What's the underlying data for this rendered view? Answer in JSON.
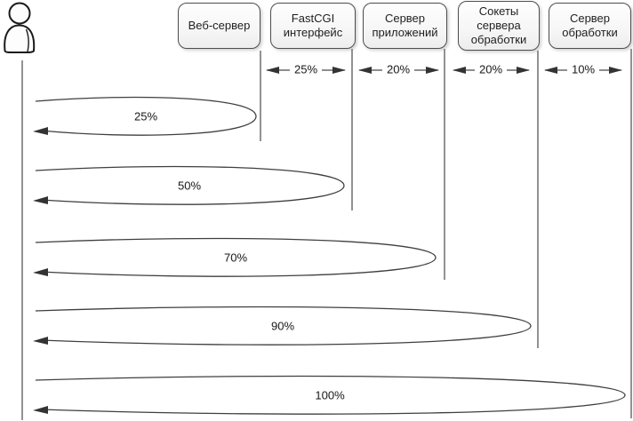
{
  "diagram": {
    "actor": {
      "icon": "person-actor-icon"
    },
    "servers": [
      {
        "label": "Веб-сервер"
      },
      {
        "label": "FastCGI интерфейс"
      },
      {
        "label": "Сервер приложений"
      },
      {
        "label": "Сокеты сервера обработки"
      },
      {
        "label": "Сервер обработки"
      }
    ],
    "segment_shares": [
      {
        "label": "25%"
      },
      {
        "label": "20%"
      },
      {
        "label": "20%"
      },
      {
        "label": "10%"
      }
    ],
    "loops": [
      {
        "label": "25%"
      },
      {
        "label": "50%"
      },
      {
        "label": "70%"
      },
      {
        "label": "90%"
      },
      {
        "label": "100%"
      }
    ],
    "colors": {
      "line": "#3f3f3f",
      "box_border": "#4d4d4d",
      "box_fill": "#f6f6f6",
      "background": "#ffffff"
    }
  }
}
